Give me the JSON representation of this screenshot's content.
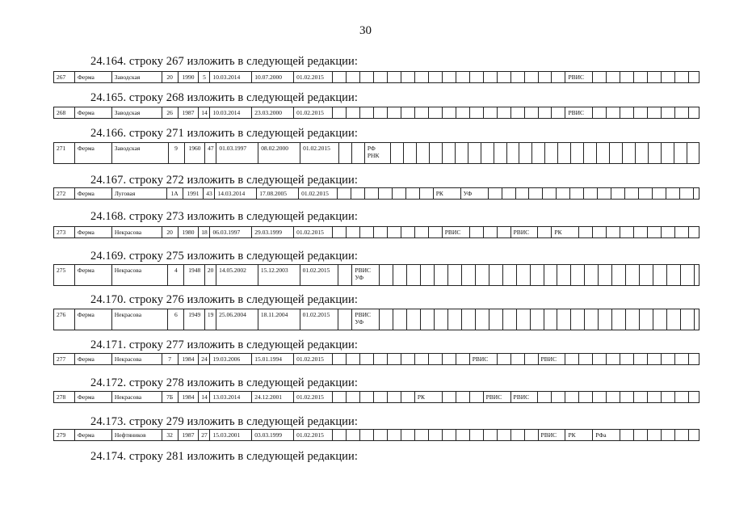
{
  "page_number": "30",
  "sections": [
    {
      "heading": "24.164.  строку 267 изложить в следующей редакции:",
      "row": [
        "267",
        "Ферма",
        "Заводская",
        "20",
        "1990",
        "5",
        "10.03.2014",
        "10.07.2000",
        "01.02.2015"
      ],
      "marks": [
        {
          "col": 17,
          "text": "РВИС"
        }
      ]
    },
    {
      "heading": "24.165.  строку 268 изложить в следующей редакции:",
      "row": [
        "268",
        "Ферма",
        "Заводская",
        "26",
        "1987",
        "14",
        "10.03.2014",
        "23.03.2000",
        "01.02.2015"
      ],
      "marks": [
        {
          "col": 17,
          "text": "РВИС"
        }
      ]
    },
    {
      "heading": "24.166.  строку 271 изложить в следующей редакции:",
      "row": [
        "271",
        "Ферма",
        "Заводская",
        "9",
        "1960",
        "47",
        "01.03.1997",
        "08.02.2000",
        "01.02.2015"
      ],
      "marks": [
        {
          "col": 2,
          "text": "РФ",
          "text2": "РНК"
        }
      ]
    },
    {
      "heading": "24.167.  строку 272 изложить в следующей редакции:",
      "row": [
        "272",
        "Ферма",
        "Луговая",
        "1А",
        "1991",
        "43",
        "14.03.2014",
        "17.08.2005",
        "01.02.2015"
      ],
      "marks": [
        {
          "col": 7,
          "text": "РК"
        },
        {
          "col": 8,
          "text": "УФ"
        }
      ]
    },
    {
      "heading": "24.168.  строку 273 изложить в следующей редакции:",
      "row": [
        "273",
        "Ферма",
        "Некрасова",
        "20",
        "1980",
        "18",
        "06.03.1997",
        "29.03.1999",
        "01.02.2015"
      ],
      "marks": [
        {
          "col": 8,
          "text": "РВИС"
        },
        {
          "col": 12,
          "text": "РВИС"
        },
        {
          "col": 14,
          "text": "РК"
        }
      ]
    },
    {
      "heading": "24.169.  строку 275 изложить в следующей редакции:",
      "row": [
        "275",
        "Ферма",
        "Некрасова",
        "4",
        "1948",
        "20",
        "14.05.2002",
        "15.12.2003",
        "01.02.2015"
      ],
      "marks": [
        {
          "col": 1,
          "text": "РВИС",
          "text2": "УФ"
        }
      ]
    },
    {
      "heading": "24.170.  строку 276 изложить в следующей редакции:",
      "row": [
        "276",
        "Ферма",
        "Некрасова",
        "6",
        "1949",
        "19",
        "25.06.2004",
        "18.11.2004",
        "01.02.2015"
      ],
      "marks": [
        {
          "col": 1,
          "text": "РВИС",
          "text2": "УФ"
        }
      ]
    },
    {
      "heading": "24.171.  строку 277 изложить в следующей редакции:",
      "row": [
        "277",
        "Ферма",
        "Некрасова",
        "7",
        "1984",
        "24",
        "19.03.2006",
        "15.01.1994",
        "01.02.2015"
      ],
      "marks": [
        {
          "col": 10,
          "text": "РВИС"
        },
        {
          "col": 14,
          "text": "РВИС"
        }
      ]
    },
    {
      "heading": "24.172.  строку 278 изложить в следующей редакции:",
      "row": [
        "278",
        "Ферма",
        "Некрасова",
        "7Б",
        "1984",
        "14",
        "13.03.2014",
        "24.12.2001",
        "01.02.2015"
      ],
      "marks": [
        {
          "col": 6,
          "text": "РК"
        },
        {
          "col": 10,
          "text": "РВИС"
        },
        {
          "col": 11,
          "text": "РВИС"
        }
      ]
    },
    {
      "heading": "24.173.  строку 279 изложить в следующей редакции:",
      "row": [
        "279",
        "Ферма",
        "Нефтяников",
        "32",
        "1987",
        "27",
        "15.03.2001",
        "03.03.1999",
        "01.02.2015"
      ],
      "marks": [
        {
          "col": 15,
          "text": "РВИС"
        },
        {
          "col": 16,
          "text": "РК"
        },
        {
          "col": 17,
          "text": "РФа"
        }
      ]
    },
    {
      "heading": "24.174.  строку 281 изложить в следующей редакции:"
    }
  ]
}
